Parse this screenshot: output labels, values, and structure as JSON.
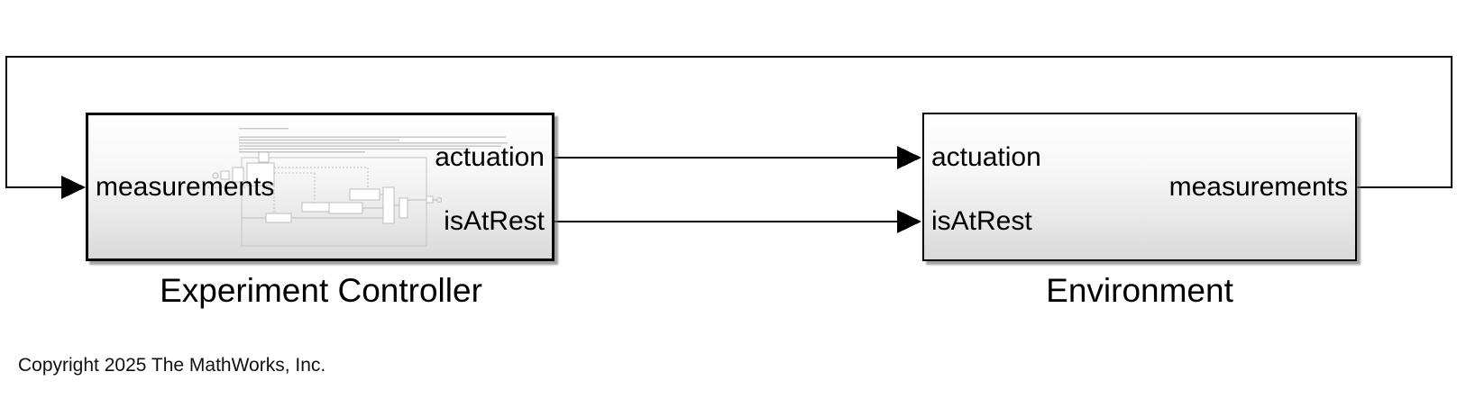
{
  "canvas": {
    "copyright": "Copyright 2025 The MathWorks, Inc."
  },
  "blocks": {
    "experiment_controller": {
      "name": "Experiment Controller",
      "input_port": "measurements",
      "output_port_1": "actuation",
      "output_port_2": "isAtRest"
    },
    "environment": {
      "name": "Environment",
      "input_port_1": "actuation",
      "input_port_2": "isAtRest",
      "output_port": "measurements"
    }
  },
  "wires": {
    "actuation": {
      "from": "Experiment Controller:actuation",
      "to": "Environment:actuation"
    },
    "is_at_rest": {
      "from": "Experiment Controller:isAtRest",
      "to": "Environment:isAtRest"
    },
    "measurements_feedback": {
      "from": "Environment:measurements",
      "to": "Experiment Controller:measurements"
    }
  },
  "colors": {
    "background": "#ffffff",
    "wire": "#000000",
    "block_border": "#000000",
    "block_fill_top": "#ffffff",
    "block_fill_bottom": "#d9d9d9",
    "preview_stroke": "#bdbdbd"
  }
}
